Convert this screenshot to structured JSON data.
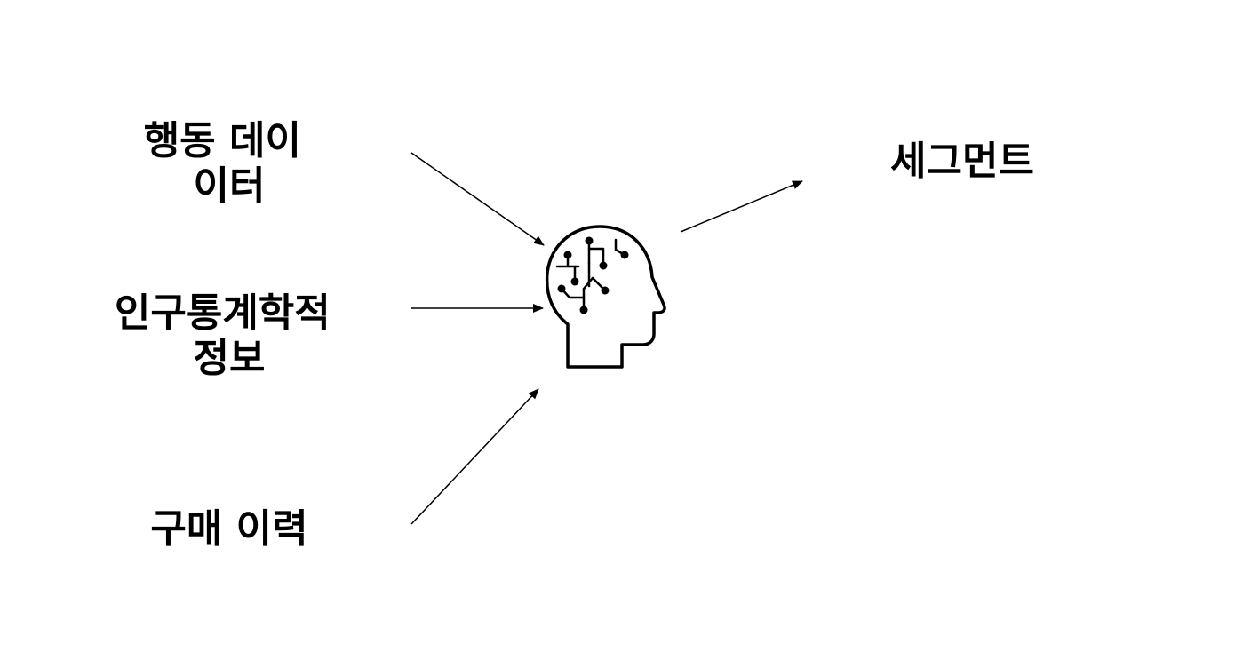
{
  "inputs": [
    {
      "id": "behavior",
      "lines": [
        "행동 데이",
        "이터"
      ]
    },
    {
      "id": "demographic",
      "lines": [
        "인구통계학적",
        "정보"
      ]
    },
    {
      "id": "purchase",
      "lines": [
        "구매 이력"
      ]
    }
  ],
  "output": {
    "lines": [
      "세그먼트"
    ]
  },
  "center": {
    "icon": "ai-brain-head-icon"
  },
  "colors": {
    "ink": "#000000",
    "background": "#ffffff"
  }
}
